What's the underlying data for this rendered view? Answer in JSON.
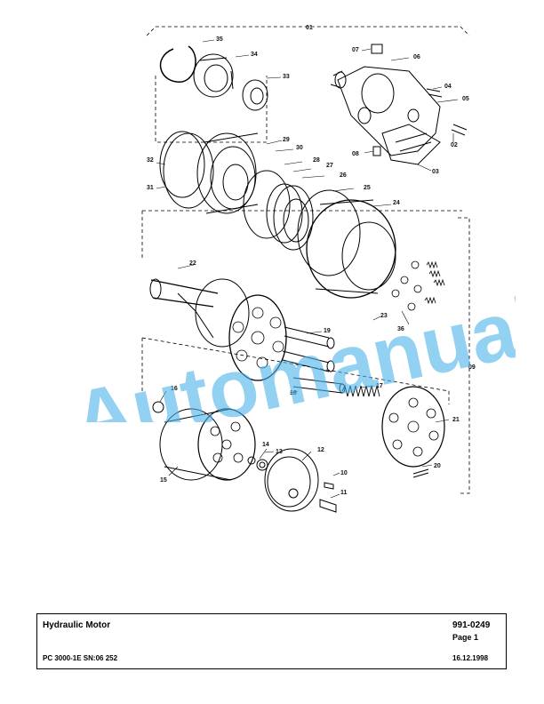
{
  "callouts": [
    "01",
    "02",
    "03",
    "04",
    "05",
    "06",
    "07",
    "08",
    "09",
    "10",
    "11",
    "12",
    "13",
    "14",
    "15",
    "16",
    "17",
    "18",
    "19",
    "20",
    "21",
    "22",
    "23",
    "24",
    "25",
    "26",
    "27",
    "28",
    "29",
    "30",
    "31",
    "32",
    "33",
    "34",
    "35",
    "36"
  ],
  "watermark": {
    "text": "Automanual",
    "color": "#4ab3e8"
  },
  "footer": {
    "title": "Hydraulic Motor",
    "doc_number": "991-0249",
    "page": "Page 1",
    "model": "PC 3000-1E SN:06 252",
    "date": "16.12.1998"
  }
}
